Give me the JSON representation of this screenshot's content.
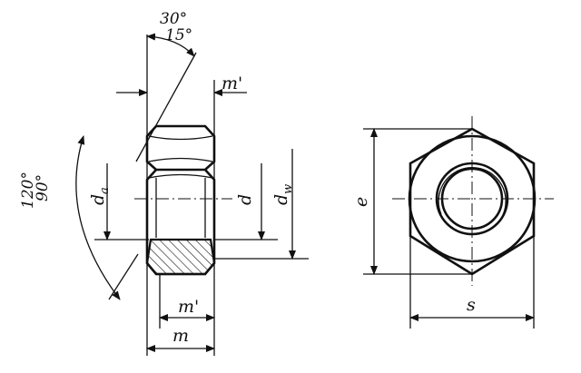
{
  "labels": {
    "angle_top": "30°",
    "angle_bottom": "15°",
    "angle_left_1": "120°",
    "angle_left_2": "90°",
    "m_prime_top": "m'",
    "m_prime_bottom": "m'",
    "m": "m",
    "d_a": "d",
    "d_a_sub": "a",
    "d": "d",
    "d_w": "d",
    "d_w_sub": "w",
    "e": "e",
    "s": "s"
  }
}
